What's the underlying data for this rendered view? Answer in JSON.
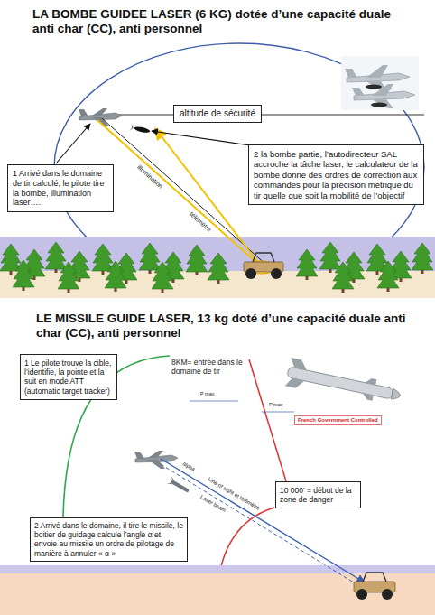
{
  "diagram": {
    "title": "LA BOMBE GUIDEE LASER (6 KG) dotée d’une capacité duale anti char (CC), anti personnel",
    "nodes": [
      {
        "text": [
          "altitude de sécurité"
        ]
      },
      {
        "text": [
          "1 Arrivé dans le domaine de tir calculé, le pilote tire la bombe, illumination laser…."
        ]
      },
      {
        "text": [
          "2 la bombe partie, l’autodirecteur SAL accroche la tâche laser, le calculateur de la bombe donne des ordres de correction aux commandes pour la précision métrique du tir quelle que soit la mobilité de l’objectif"
        ]
      },
      {
        "text": [
          "1 Le pilote trouve la cible, l’identifie, la pointe et la suit en mode ATT (automatic target tracker)"
        ]
      },
      {
        "text": [
          "French Government Controlled"
        ]
      },
      {
        "text": [
          "10 000' = début de la zone de danger"
        ]
      },
      {
        "text": [
          "2 Arrivé dans le domaine, il tire le missile, le boitier de guidage calcule l’angle α et envoie au missile un ordre de pilotage de manière à annuler « α »"
        ]
      }
    ],
    "labels": [
      "LE MISSILE GUIDE LASER, 13 kg doté d’une capacité duale anti char (CC), anti personnel",
      "illumination",
      "télémètre",
      "8KM= entrée dans le domaine de tir",
      "P max",
      "P max",
      "Line of sight et télémètre",
      "Laser beam",
      "alpha"
    ]
  }
}
